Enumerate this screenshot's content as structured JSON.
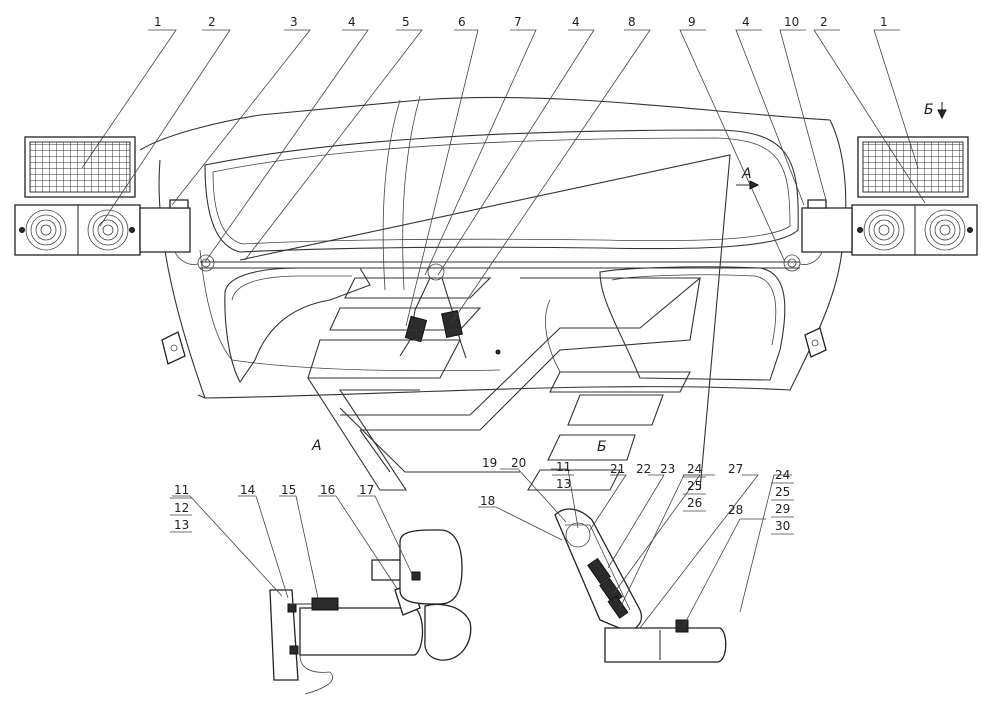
{
  "callouts": {
    "top": [
      "1",
      "2",
      "3",
      "4",
      "5",
      "6",
      "7",
      "4",
      "8",
      "9",
      "4",
      "10",
      "2",
      "1"
    ],
    "left_assembly": {
      "stack": [
        "11",
        "12",
        "13"
      ],
      "singles": [
        "14",
        "15",
        "16",
        "17"
      ]
    },
    "right_assembly": {
      "singles": [
        "19",
        "20",
        "18",
        "21",
        "22",
        "23",
        "27",
        "28"
      ],
      "stack_a": [
        "11",
        "13"
      ],
      "stack_b": [
        "24",
        "25",
        "26"
      ],
      "stack_c": [
        "24",
        "25",
        "29",
        "30"
      ]
    }
  },
  "view_labels": {
    "view_a": "А",
    "view_b": "Б",
    "arrow_a": "А",
    "arrow_b": "Б"
  },
  "colors": {
    "line": "#333333",
    "background": "#ffffff"
  }
}
